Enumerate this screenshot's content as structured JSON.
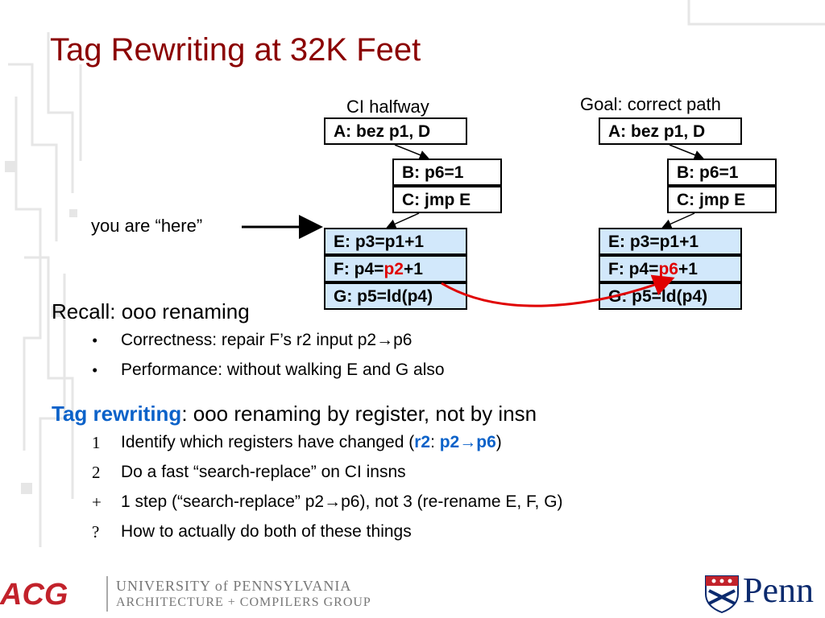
{
  "slide": {
    "title": "Tag Rewriting at 32K Feet"
  },
  "diagram": {
    "left_caption": "CI halfway",
    "right_caption": "Goal: correct path",
    "pointer_label": "you are “here”",
    "insn_a": "A: bez p1, D",
    "insn_b": "B: p6=1",
    "insn_c": "C: jmp E",
    "insn_e": "E: p3=p1+1",
    "insn_f_prefix": "F: p4=",
    "left_f_reg": "p2",
    "right_f_reg": "p6",
    "insn_f_suffix": "+1",
    "insn_g": "G: p5=ld(p4)"
  },
  "recall": {
    "heading": "Recall: ooo renaming",
    "bullets": [
      {
        "marker": "•",
        "text": "Correctness: repair F’s r2 input p2→p6"
      },
      {
        "marker": "•",
        "text": "Performance: without walking E and G also"
      }
    ]
  },
  "tagrewrite": {
    "heading_bold": "Tag rewriting",
    "heading_rest": ": ooo renaming by register, not by insn",
    "items": [
      {
        "marker": "1",
        "text": "Identify which registers have changed (",
        "r2": "r2",
        "colon": ": ",
        "map": "p2→p6",
        "close": ")"
      },
      {
        "marker": "2",
        "text": "Do a fast “search-replace” on CI insns"
      },
      {
        "marker": "+",
        "text": "1 step (“search-replace” p2→p6), not 3 (re-rename E, F, G)"
      },
      {
        "marker": "?",
        "text": "How to actually do both of these things"
      }
    ]
  },
  "footer": {
    "acg_logo": "ACG",
    "university": "UNIVERSITY of PENNSYLVANIA",
    "group": "ARCHITECTURE + COMPILERS GROUP",
    "penn_logo": "Penn"
  },
  "colors": {
    "title": "#8b0000",
    "accent_blue": "#0b62c9",
    "accent_red": "#e00000",
    "box_blue": "#d2e8fb"
  }
}
